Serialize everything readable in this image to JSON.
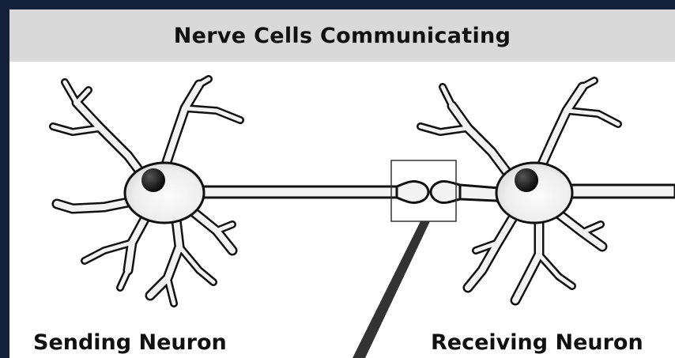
{
  "title": "Nerve Cells Communicating",
  "labels": {
    "sending": "Sending Neuron",
    "receiving": "Receiving Neuron"
  },
  "colors": {
    "frame": "#14213a",
    "title_bar": "#d9d9d9",
    "neuron_fill": "#f3f3f3",
    "neuron_outline": "#111111",
    "nucleus": "#1a1a1a",
    "pointer": "#333333"
  }
}
